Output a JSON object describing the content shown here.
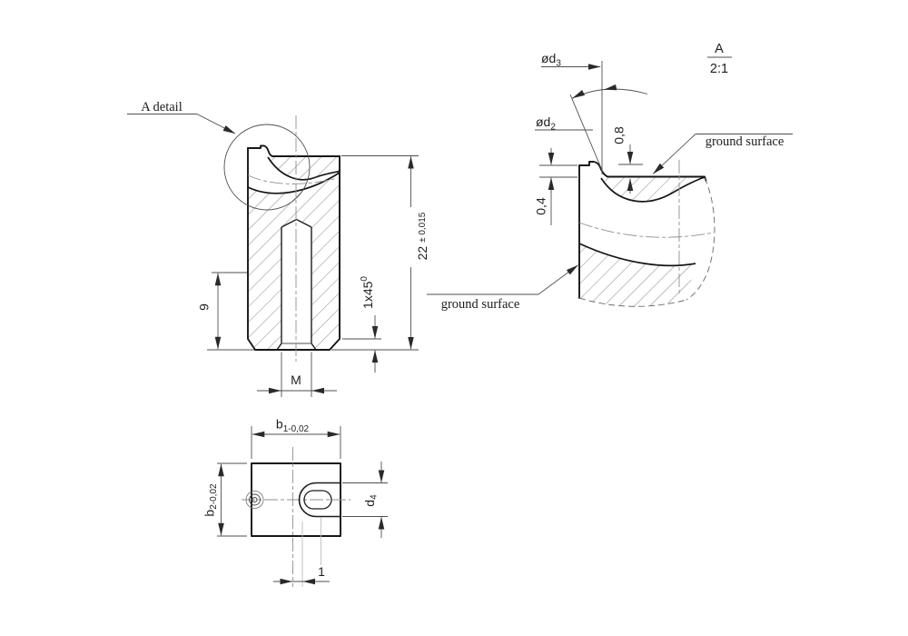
{
  "drawing": {
    "main_view": {
      "detail_callout": "A detail",
      "dim_depth": "9",
      "dim_thread": "M",
      "dim_height": "22 ",
      "dim_height_tol": "± 0,015",
      "dim_chamfer": "1x45",
      "dim_chamfer_sup": "0"
    },
    "detail_view": {
      "view_letter": "A",
      "view_scale": "2:1",
      "dim_d3_prefix": "ød",
      "dim_d3_sub": "3",
      "dim_d2_prefix": "ød",
      "dim_d2_sub": "2",
      "dim_seat_depth": "0,8",
      "dim_lip_height": "0,4",
      "note_ground_top": "ground surface",
      "note_ground_side": "ground surface"
    },
    "bottom_view": {
      "dim_b1_prefix": "b",
      "dim_b1_sub": "1-0,02",
      "dim_b2_prefix": "b",
      "dim_b2_sub": "2-0,02",
      "dim_d4_prefix": "d",
      "dim_d4_sub": "4",
      "dim_slot_offset": "1"
    }
  }
}
